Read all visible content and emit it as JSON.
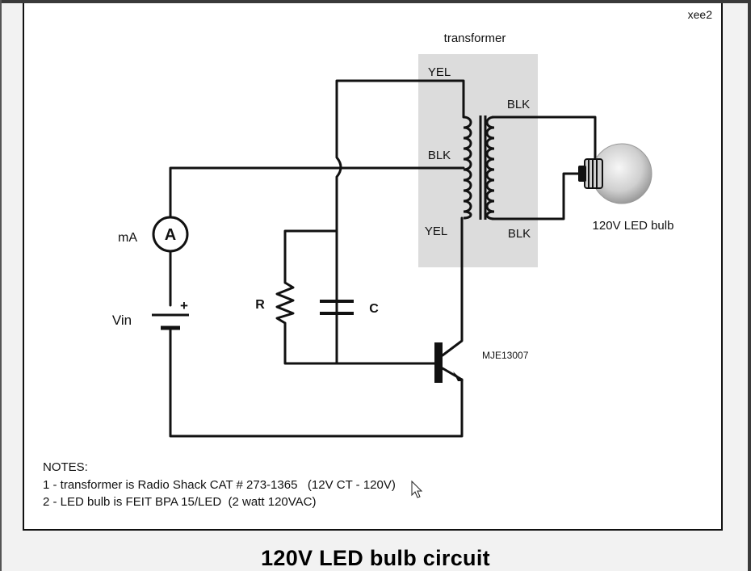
{
  "diagram": {
    "tag": "xee2",
    "caption": "120V LED bulb circuit",
    "labels": {
      "transformer": "transformer",
      "primary_top": "YEL",
      "primary_center": "BLK",
      "primary_bottom": "YEL",
      "secondary_top": "BLK",
      "secondary_bottom": "BLK",
      "bulb": "120V LED bulb",
      "meter_unit": "mA",
      "meter_symbol": "A",
      "supply": "Vin",
      "supply_polarity": "+",
      "resistor": "R",
      "capacitor": "C",
      "transistor": "MJE13007"
    },
    "notes": {
      "heading": "NOTES:",
      "lines": [
        "1 - transformer is Radio Shack CAT # 273-1365   (12V CT - 120V)",
        "2 - LED bulb is FEIT BPA 15/LED  (2 watt 120VAC)"
      ]
    }
  }
}
